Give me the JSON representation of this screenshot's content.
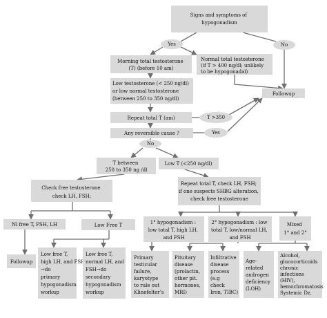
{
  "nodes": {
    "signs": [
      "Signs and symptoms of",
      "hypogonadism"
    ],
    "yes_top": "Yes",
    "no_top": "No",
    "morning": [
      "Morning total testosterone",
      "(T) (before 10 am)"
    ],
    "normal": [
      "Normal total testosterone",
      "(if T > 400 ng/dl; unlikely",
      "to be hypogonadal)"
    ],
    "low_t_range": [
      "Low testosterone (< 250 ng/dl)",
      "or low normal testosterone",
      "(between 250 to 350 ng/dl)"
    ],
    "followup_right": "Followup",
    "repeat": "Repeat total T (am)",
    "t_gt_350": "T >350",
    "reversible": "Any reversible cause ?",
    "yes_mid": "Yes",
    "no_mid": "No",
    "t_between": [
      "T between",
      "250 to 350 ng /dl"
    ],
    "low_t_250": "Low T (<250 ng/dl)",
    "check_free": [
      "Check free testosterone",
      "check LH, FSH;"
    ],
    "repeat_check": [
      "Repeat total T, check LH, FSH;",
      "if one suspects SHBG alteration,",
      "check free testosterone"
    ],
    "nl_free": "Nl free T, FSH, LH",
    "low_free_t": "Low  Free T",
    "primary_hypo": [
      "1° hypogonadism :",
      "low total T, high LH,",
      "and FSH"
    ],
    "secondary_hypo": [
      "2° hypogonadism : low",
      "total T, low/normal LH,",
      "and FSH"
    ],
    "mixed": [
      "Mixed",
      "1° and 2°"
    ],
    "followup_bottom": "Followup",
    "low_high": [
      "Low free T,",
      "high LH, and FSH",
      "→do",
      "primary",
      "hypogonadism",
      "workup"
    ],
    "low_normal": [
      "Low free T,",
      "normal LH, and",
      "FSH→do",
      "secondary",
      "hypogonadism",
      "workup"
    ],
    "primary_testicular": [
      "Primary",
      "testicular",
      "failure,",
      "karyotype",
      "to rule out",
      "Klinefelter’s"
    ],
    "pituitary": [
      "Pituitary",
      "disease",
      "(prolactin,",
      "other pit.",
      "hormones,",
      "MRI)"
    ],
    "infiltrative": [
      "Infiltrative",
      "disease",
      "process",
      "(e.g",
      "check",
      "Iron, TIBC)"
    ],
    "age_related": [
      "Age-",
      "related",
      "androgen",
      "deficiency",
      "(LOH)"
    ],
    "alcohol": [
      "Alcohol,",
      "glucocorticoids",
      "chronic",
      "infections",
      "(HIV),",
      "hemochromatosis",
      "Systemic Dz."
    ]
  }
}
